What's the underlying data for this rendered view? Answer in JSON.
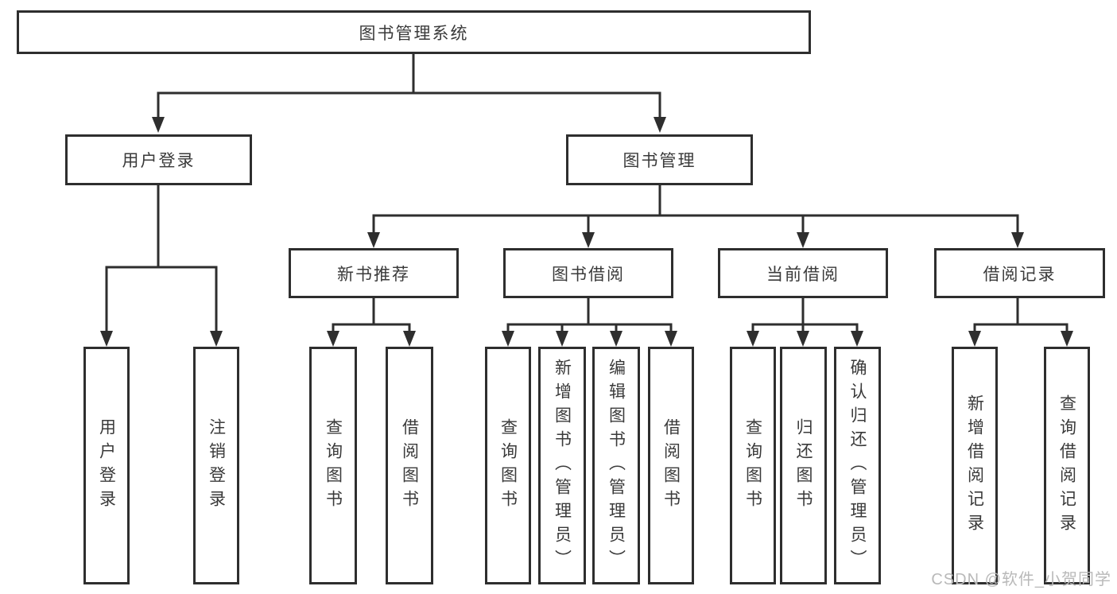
{
  "diagram": {
    "root": {
      "label": "图书管理系统"
    },
    "login_branch": {
      "label": "用户登录",
      "children": [
        {
          "label": "用户登录"
        },
        {
          "label": "注销登录"
        }
      ]
    },
    "mgmt_branch": {
      "label": "图书管理",
      "sections": [
        {
          "label": "新书推荐",
          "children": [
            {
              "label": "查询图书"
            },
            {
              "label": "借阅图书"
            }
          ]
        },
        {
          "label": "图书借阅",
          "children": [
            {
              "label": "查询图书"
            },
            {
              "label": "新增图书（管理员）"
            },
            {
              "label": "编辑图书（管理员）"
            },
            {
              "label": "借阅图书"
            }
          ]
        },
        {
          "label": "当前借阅",
          "children": [
            {
              "label": "查询图书"
            },
            {
              "label": "归还图书"
            },
            {
              "label": "确认归还（管理员）"
            }
          ]
        },
        {
          "label": "借阅记录",
          "children": [
            {
              "label": "新增借阅记录"
            },
            {
              "label": "查询借阅记录"
            }
          ]
        }
      ]
    }
  },
  "watermark": {
    "text": "CSDN @软件_小贺同学"
  },
  "colors": {
    "line": "#2e2e2e",
    "text": "#3a3a3a",
    "watermark": "#b9b9b9",
    "background": "#ffffff"
  }
}
